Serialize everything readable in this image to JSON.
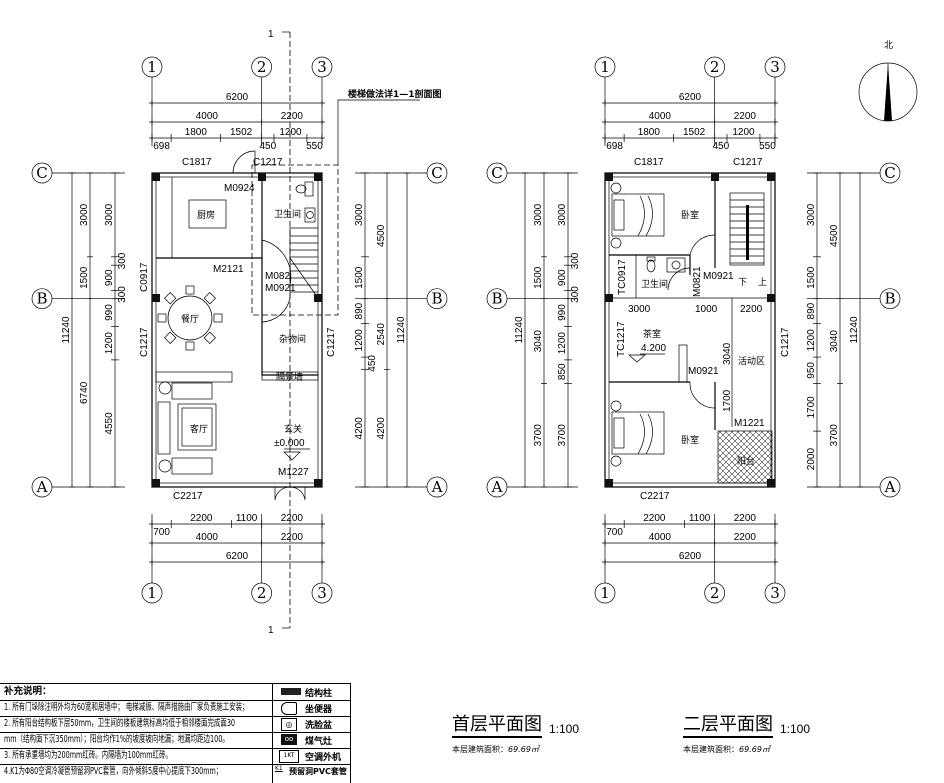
{
  "section_mark": {
    "number": "1",
    "note": "楼梯做法详1—1剖面图"
  },
  "compass": {
    "label": "北"
  },
  "axes": {
    "cols": [
      "1",
      "2",
      "3"
    ],
    "rows": [
      "C",
      "B",
      "A"
    ]
  },
  "plan1": {
    "title": "首层平面图",
    "scale": "1:100",
    "area_label": "本层建筑面积：",
    "area_value": "69.69㎡",
    "dims_top": {
      "total": [
        6200
      ],
      "mid": [
        4000,
        2200
      ],
      "detail": [
        698,
        1800,
        1502,
        450,
        1200,
        550
      ]
    },
    "dims_bottom": {
      "detail": [
        700,
        2200,
        1100,
        2200
      ],
      "mid": [
        4000,
        2200
      ],
      "total": [
        6200
      ]
    },
    "dims_left": {
      "total": [
        11240
      ],
      "mid": [
        3000,
        1500,
        6740
      ],
      "detail": [
        3000,
        300,
        900,
        300,
        990,
        1200,
        4550
      ]
    },
    "dims_right": {
      "detail": [
        3000,
        1500,
        890,
        1200,
        450,
        4200
      ],
      "mid": [
        4500,
        2540,
        4200
      ],
      "total": [
        11240
      ]
    },
    "rooms": {
      "kitchen": "厨房",
      "bath": "卫生间",
      "dining": "餐厅",
      "storage": "杂物间",
      "living": "客厅",
      "foyer": "玄关",
      "screen_wall": "隔景墙",
      "elevation": "±0.000"
    },
    "openings": {
      "c1817": "C1817",
      "c1217_top": "C1217",
      "m0924": "M0924",
      "m2121": "M2121",
      "m082": "M082",
      "m0921": "M0921",
      "m1227": "M1227",
      "c2217": "C2217",
      "c0917": "C0917",
      "c1217_left": "C1217",
      "c1217_right": "C1217"
    }
  },
  "plan2": {
    "title": "二层平面图",
    "scale": "1:100",
    "area_label": "本层建筑面积：",
    "area_value": "69.69㎡",
    "dims_top": {
      "total": [
        6200
      ],
      "mid": [
        4000,
        2200
      ],
      "detail": [
        698,
        1800,
        1502,
        450,
        1200,
        550
      ]
    },
    "dims_bottom": {
      "detail": [
        700,
        2200,
        1100,
        2200
      ],
      "mid": [
        4000,
        2200
      ],
      "total": [
        6200
      ]
    },
    "dims_left": {
      "total": [
        11240
      ],
      "mid": [
        3000,
        1500,
        3040,
        3700
      ],
      "detail": [
        3000,
        300,
        900,
        300,
        990,
        1200,
        850,
        3700
      ]
    },
    "dims_right": {
      "detail": [
        3000,
        1500,
        890,
        1200,
        950,
        1700,
        2000
      ],
      "mid": [
        4500,
        3040,
        3700
      ],
      "total": [
        11240
      ]
    },
    "inner_dims": [
      "3000",
      "1000",
      "2200",
      "3040",
      "1700"
    ],
    "rooms": {
      "bedroom1": "卧室",
      "bath": "卫生间",
      "tea": "茶室",
      "activity": "活动区",
      "bedroom2": "卧室",
      "balcony": "阳台",
      "down": "下",
      "up": "上",
      "elevation": "4.200"
    },
    "openings": {
      "c1817": "C1817",
      "c1217_top": "C1217",
      "tc0917": "TC0917",
      "m0821": "M0821",
      "m0921a": "M0921",
      "tc1217": "TC1217",
      "m0921b": "M0921",
      "c1217_right": "C1217",
      "m1221": "M1221",
      "c2217": "C2217"
    }
  },
  "legend": {
    "heading": "补充说明：",
    "notes": [
      "1. 所有门垛除注明外均为60宽和居墙中； 电梯减振、隔声措施由厂家负责施工安装；",
      "2. 所有阳台结构板下层50mm，卫生间的楼板建筑标高均低于相邻楼面完成面30",
      "mm（结构面下沉350mm）；阳台均作1%的坡度坡向地漏；地漏均距边100。",
      "3. 所有承重墙均为200mm红砖。内隔墙为100mm红砖。",
      "4.K1为Φ80空调冷凝管预留洞PVC套管，向外倾斜5度中心提底下300mm；"
    ],
    "symbols": [
      {
        "icon": "structural-column-icon",
        "label": "结构柱"
      },
      {
        "icon": "toilet-icon",
        "label": "坐便器"
      },
      {
        "icon": "washbasin-icon",
        "label": "洗脸盆"
      },
      {
        "icon": "gas-stove-icon",
        "label": "煤气灶"
      },
      {
        "icon": "ac-unit-icon",
        "label": "空调外机",
        "tag": "1KT"
      },
      {
        "icon": "pvc-sleeve-icon",
        "label": "预留洞PVC套管",
        "tag": "K1"
      }
    ]
  }
}
